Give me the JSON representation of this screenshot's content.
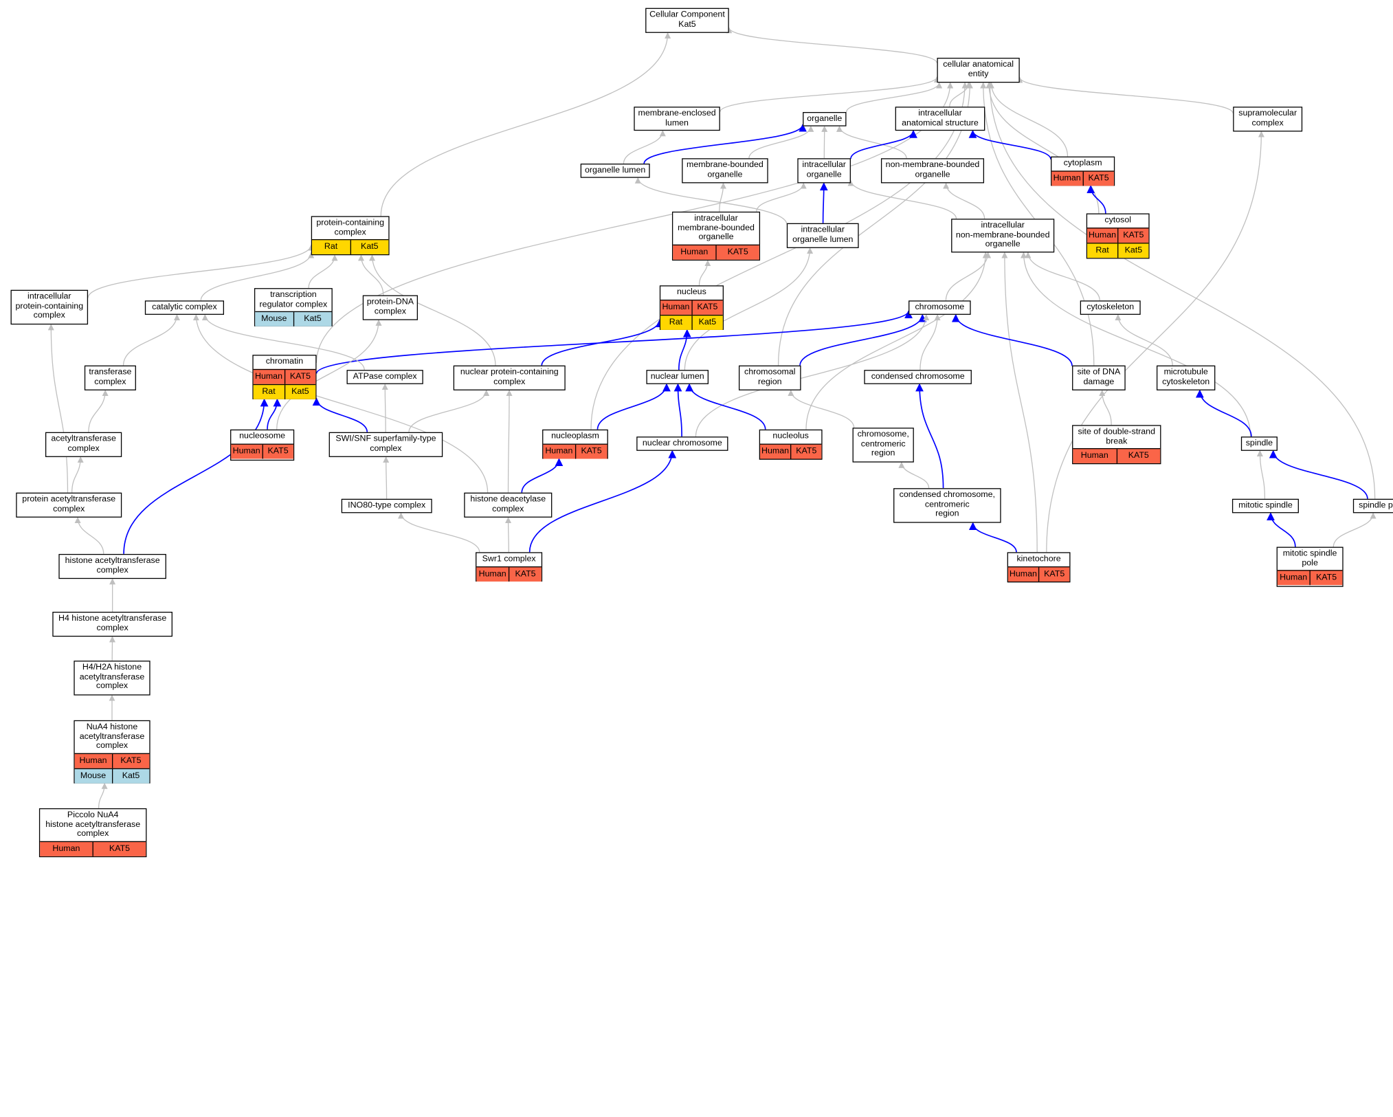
{
  "colors": {
    "human": "#fa6548",
    "rat": "#ffd700",
    "mouse": "#add8e6",
    "edge_gray": "#bfbfbf",
    "edge_blue": "#0000ff"
  },
  "nodes": {
    "cellular_component": {
      "label": "Cellular Component\nKat5"
    },
    "cellular_anatomical_entity": {
      "label": "cellular anatomical\nentity"
    },
    "membrane_enclosed_lumen": {
      "label": "membrane-enclosed\nlumen"
    },
    "organelle": {
      "label": "organelle"
    },
    "intracellular_anatomical_structure": {
      "label": "intracellular\nanatomical structure"
    },
    "supramolecular_complex": {
      "label": "supramolecular\ncomplex"
    },
    "organelle_lumen": {
      "label": "organelle lumen"
    },
    "membrane_bounded_organelle": {
      "label": "membrane-bounded\norganelle"
    },
    "intracellular_organelle": {
      "label": "intracellular\norganelle"
    },
    "non_membrane_bounded_organelle": {
      "label": "non-membrane-bounded\norganelle"
    },
    "cytoplasm": {
      "label": "cytoplasm",
      "rows": [
        {
          "species": "Human",
          "gene": "KAT5"
        }
      ]
    },
    "protein_containing_complex": {
      "label": "protein-containing\ncomplex",
      "rows": [
        {
          "species": "Rat",
          "gene": "Kat5"
        }
      ]
    },
    "intracellular_membrane_bounded_organelle": {
      "label": "intracellular\nmembrane-bounded\norganelle",
      "rows": [
        {
          "species": "Human",
          "gene": "KAT5"
        }
      ]
    },
    "intracellular_organelle_lumen": {
      "label": "intracellular\norganelle lumen"
    },
    "intracellular_non_membrane_bounded_organelle": {
      "label": "intracellular\nnon-membrane-bounded\norganelle"
    },
    "cytosol": {
      "label": "cytosol",
      "rows": [
        {
          "species": "Human",
          "gene": "KAT5"
        },
        {
          "species": "Rat",
          "gene": "Kat5"
        }
      ]
    },
    "intracellular_protein_containing_complex": {
      "label": "intracellular\nprotein-containing\ncomplex"
    },
    "catalytic_complex": {
      "label": "catalytic complex"
    },
    "transcription_regulator_complex": {
      "label": "transcription\nregulator complex",
      "rows": [
        {
          "species": "Mouse",
          "gene": "Kat5"
        }
      ]
    },
    "protein_dna_complex": {
      "label": "protein-DNA\ncomplex"
    },
    "nucleus": {
      "label": "nucleus",
      "rows": [
        {
          "species": "Human",
          "gene": "KAT5"
        },
        {
          "species": "Rat",
          "gene": "Kat5"
        }
      ]
    },
    "chromosome": {
      "label": "chromosome"
    },
    "cytoskeleton": {
      "label": "cytoskeleton"
    },
    "chromatin": {
      "label": "chromatin",
      "rows": [
        {
          "species": "Human",
          "gene": "KAT5"
        },
        {
          "species": "Rat",
          "gene": "Kat5"
        }
      ]
    },
    "transferase_complex": {
      "label": "transferase\ncomplex"
    },
    "atpase_complex": {
      "label": "ATPase complex"
    },
    "nuclear_protein_containing_complex": {
      "label": "nuclear protein-containing\ncomplex"
    },
    "nuclear_lumen": {
      "label": "nuclear lumen"
    },
    "chromosomal_region": {
      "label": "chromosomal\nregion"
    },
    "condensed_chromosome": {
      "label": "condensed chromosome"
    },
    "site_of_dna_damage": {
      "label": "site of DNA\ndamage"
    },
    "microtubule_cytoskeleton": {
      "label": "microtubule\ncytoskeleton"
    },
    "acetyltransferase_complex": {
      "label": "acetyltransferase\ncomplex"
    },
    "nucleosome": {
      "label": "nucleosome",
      "rows": [
        {
          "species": "Human",
          "gene": "KAT5"
        }
      ]
    },
    "swi_snf_complex": {
      "label": "SWI/SNF superfamily-type\ncomplex"
    },
    "nucleoplasm": {
      "label": "nucleoplasm",
      "rows": [
        {
          "species": "Human",
          "gene": "KAT5"
        }
      ]
    },
    "nuclear_chromosome": {
      "label": "nuclear chromosome"
    },
    "nucleolus": {
      "label": "nucleolus",
      "rows": [
        {
          "species": "Human",
          "gene": "KAT5"
        }
      ]
    },
    "chromosome_centromeric_region": {
      "label": "chromosome,\ncentromeric\nregion"
    },
    "site_of_double_strand_break": {
      "label": "site of double-strand\nbreak",
      "rows": [
        {
          "species": "Human",
          "gene": "KAT5"
        }
      ]
    },
    "spindle": {
      "label": "spindle"
    },
    "protein_acetyltransferase_complex": {
      "label": "protein acetyltransferase\ncomplex"
    },
    "ino80_type_complex": {
      "label": "INO80-type complex"
    },
    "histone_deacetylase_complex": {
      "label": "histone deacetylase\ncomplex"
    },
    "condensed_chromosome_centromeric_region": {
      "label": "condensed chromosome,\ncentromeric\nregion"
    },
    "mitotic_spindle": {
      "label": "mitotic spindle"
    },
    "spindle_pole": {
      "label": "spindle pole"
    },
    "histone_acetyltransferase_complex": {
      "label": "histone acetyltransferase\ncomplex"
    },
    "swr1_complex": {
      "label": "Swr1 complex",
      "rows": [
        {
          "species": "Human",
          "gene": "KAT5"
        }
      ]
    },
    "kinetochore": {
      "label": "kinetochore",
      "rows": [
        {
          "species": "Human",
          "gene": "KAT5"
        }
      ]
    },
    "mitotic_spindle_pole": {
      "label": "mitotic spindle\npole",
      "rows": [
        {
          "species": "Human",
          "gene": "KAT5"
        }
      ]
    },
    "h4_histone_acetyltransferase_complex": {
      "label": "H4 histone acetyltransferase\ncomplex"
    },
    "h4_h2a_histone_acetyltransferase_complex": {
      "label": "H4/H2A histone\nacetyltransferase\ncomplex"
    },
    "nua4_histone_acetyltransferase_complex": {
      "label": "NuA4 histone\nacetyltransferase\ncomplex",
      "rows": [
        {
          "species": "Human",
          "gene": "KAT5"
        },
        {
          "species": "Mouse",
          "gene": "Kat5"
        }
      ]
    },
    "piccolo_nua4_complex": {
      "label": "Piccolo NuA4\nhistone acetyltransferase\ncomplex",
      "rows": [
        {
          "species": "Human",
          "gene": "KAT5"
        }
      ]
    }
  },
  "edges": [
    {
      "from": "cellular_anatomical_entity",
      "to": "cellular_component",
      "color": "gray"
    },
    {
      "from": "protein_containing_complex",
      "to": "cellular_component",
      "color": "gray"
    },
    {
      "from": "membrane_enclosed_lumen",
      "to": "cellular_anatomical_entity",
      "color": "gray"
    },
    {
      "from": "organelle",
      "to": "cellular_anatomical_entity",
      "color": "gray"
    },
    {
      "from": "intracellular_anatomical_structure",
      "to": "cellular_anatomical_entity",
      "color": "gray"
    },
    {
      "from": "supramolecular_complex",
      "to": "cellular_anatomical_entity",
      "color": "gray"
    },
    {
      "from": "cytoplasm",
      "to": "cellular_anatomical_entity",
      "color": "gray"
    },
    {
      "from": "cytosol",
      "to": "cellular_anatomical_entity",
      "color": "gray"
    },
    {
      "from": "site_of_dna_damage",
      "to": "cellular_anatomical_entity",
      "color": "gray"
    },
    {
      "from": "chromosomal_region",
      "to": "cellular_anatomical_entity",
      "color": "gray"
    },
    {
      "from": "nucleoplasm",
      "to": "cellular_anatomical_entity",
      "color": "gray"
    },
    {
      "from": "chromatin",
      "to": "cellular_anatomical_entity",
      "color": "gray"
    },
    {
      "from": "spindle_pole",
      "to": "cellular_anatomical_entity",
      "color": "gray"
    },
    {
      "from": "organelle_lumen",
      "to": "membrane_enclosed_lumen",
      "color": "gray"
    },
    {
      "from": "organelle_lumen",
      "to": "organelle",
      "color": "blue"
    },
    {
      "from": "membrane_bounded_organelle",
      "to": "organelle",
      "color": "gray"
    },
    {
      "from": "intracellular_organelle",
      "to": "organelle",
      "color": "gray"
    },
    {
      "from": "non_membrane_bounded_organelle",
      "to": "organelle",
      "color": "gray"
    },
    {
      "from": "intracellular_organelle",
      "to": "intracellular_anatomical_structure",
      "color": "blue"
    },
    {
      "from": "cytoplasm",
      "to": "intracellular_anatomical_structure",
      "color": "blue"
    },
    {
      "from": "cytosol",
      "to": "cytoplasm",
      "color": "blue"
    },
    {
      "from": "intracellular_membrane_bounded_organelle",
      "to": "membrane_bounded_organelle",
      "color": "gray"
    },
    {
      "from": "intracellular_membrane_bounded_organelle",
      "to": "intracellular_organelle",
      "color": "gray"
    },
    {
      "from": "intracellular_organelle_lumen",
      "to": "intracellular_organelle",
      "color": "blue"
    },
    {
      "from": "intracellular_organelle_lumen",
      "to": "organelle_lumen",
      "color": "gray"
    },
    {
      "from": "intracellular_non_membrane_bounded_organelle",
      "to": "intracellular_organelle",
      "color": "gray"
    },
    {
      "from": "intracellular_non_membrane_bounded_organelle",
      "to": "non_membrane_bounded_organelle",
      "color": "gray"
    },
    {
      "from": "nucleus",
      "to": "intracellular_membrane_bounded_organelle",
      "color": "gray"
    },
    {
      "from": "nuclear_lumen",
      "to": "nucleus",
      "color": "blue"
    },
    {
      "from": "nuclear_lumen",
      "to": "intracellular_organelle_lumen",
      "color": "gray"
    },
    {
      "from": "chromosome",
      "to": "intracellular_non_membrane_bounded_organelle",
      "color": "gray"
    },
    {
      "from": "cytoskeleton",
      "to": "intracellular_non_membrane_bounded_organelle",
      "color": "gray"
    },
    {
      "from": "nucleolus",
      "to": "intracellular_non_membrane_bounded_organelle",
      "color": "gray"
    },
    {
      "from": "kinetochore",
      "to": "intracellular_non_membrane_bounded_organelle",
      "color": "gray"
    },
    {
      "from": "spindle",
      "to": "intracellular_non_membrane_bounded_organelle",
      "color": "gray"
    },
    {
      "from": "kinetochore",
      "to": "supramolecular_complex",
      "color": "gray"
    },
    {
      "from": "intracellular_protein_containing_complex",
      "to": "protein_containing_complex",
      "color": "gray"
    },
    {
      "from": "catalytic_complex",
      "to": "protein_containing_complex",
      "color": "gray"
    },
    {
      "from": "transcription_regulator_complex",
      "to": "protein_containing_complex",
      "color": "gray"
    },
    {
      "from": "protein_dna_complex",
      "to": "protein_containing_complex",
      "color": "gray"
    },
    {
      "from": "nuclear_protein_containing_complex",
      "to": "protein_containing_complex",
      "color": "gray"
    },
    {
      "from": "chromatin",
      "to": "chromosome",
      "color": "blue"
    },
    {
      "from": "nuclear_protein_containing_complex",
      "to": "nucleus",
      "color": "blue"
    },
    {
      "from": "chromosomal_region",
      "to": "chromosome",
      "color": "blue"
    },
    {
      "from": "condensed_chromosome",
      "to": "chromosome",
      "color": "gray"
    },
    {
      "from": "site_of_dna_damage",
      "to": "chromosome",
      "color": "blue"
    },
    {
      "from": "nuclear_chromosome",
      "to": "chromosome",
      "color": "gray"
    },
    {
      "from": "microtubule_cytoskeleton",
      "to": "cytoskeleton",
      "color": "gray"
    },
    {
      "from": "transferase_complex",
      "to": "catalytic_complex",
      "color": "gray"
    },
    {
      "from": "atpase_complex",
      "to": "catalytic_complex",
      "color": "gray"
    },
    {
      "from": "histone_deacetylase_complex",
      "to": "catalytic_complex",
      "color": "gray"
    },
    {
      "from": "nucleosome",
      "to": "chromatin",
      "color": "blue"
    },
    {
      "from": "nucleosome",
      "to": "protein_dna_complex",
      "color": "gray"
    },
    {
      "from": "swi_snf_complex",
      "to": "chromatin",
      "color": "blue"
    },
    {
      "from": "swi_snf_complex",
      "to": "atpase_complex",
      "color": "gray"
    },
    {
      "from": "swi_snf_complex",
      "to": "nuclear_protein_containing_complex",
      "color": "gray"
    },
    {
      "from": "histone_deacetylase_complex",
      "to": "nuclear_protein_containing_complex",
      "color": "gray"
    },
    {
      "from": "nucleoplasm",
      "to": "nuclear_lumen",
      "color": "blue"
    },
    {
      "from": "nuclear_chromosome",
      "to": "nuclear_lumen",
      "color": "blue"
    },
    {
      "from": "nucleolus",
      "to": "nuclear_lumen",
      "color": "blue"
    },
    {
      "from": "chromosome_centromeric_region",
      "to": "chromosomal_region",
      "color": "gray"
    },
    {
      "from": "site_of_double_strand_break",
      "to": "site_of_dna_damage",
      "color": "gray"
    },
    {
      "from": "spindle",
      "to": "microtubule_cytoskeleton",
      "color": "blue"
    },
    {
      "from": "acetyltransferase_complex",
      "to": "transferase_complex",
      "color": "gray"
    },
    {
      "from": "protein_acetyltransferase_complex",
      "to": "acetyltransferase_complex",
      "color": "gray"
    },
    {
      "from": "protein_acetyltransferase_complex",
      "to": "intracellular_protein_containing_complex",
      "color": "gray"
    },
    {
      "from": "ino80_type_complex",
      "to": "swi_snf_complex",
      "color": "gray"
    },
    {
      "from": "histone_deacetylase_complex",
      "to": "nucleoplasm",
      "color": "blue"
    },
    {
      "from": "condensed_chromosome_centromeric_region",
      "to": "condensed_chromosome",
      "color": "blue"
    },
    {
      "from": "condensed_chromosome_centromeric_region",
      "to": "chromosome_centromeric_region",
      "color": "gray"
    },
    {
      "from": "mitotic_spindle",
      "to": "spindle",
      "color": "gray"
    },
    {
      "from": "spindle_pole",
      "to": "spindle",
      "color": "blue"
    },
    {
      "from": "histone_acetyltransferase_complex",
      "to": "protein_acetyltransferase_complex",
      "color": "gray"
    },
    {
      "from": "histone_acetyltransferase_complex",
      "to": "chromatin",
      "color": "blue"
    },
    {
      "from": "swr1_complex",
      "to": "ino80_type_complex",
      "color": "gray"
    },
    {
      "from": "swr1_complex",
      "to": "histone_deacetylase_complex",
      "color": "gray"
    },
    {
      "from": "swr1_complex",
      "to": "nuclear_chromosome",
      "color": "blue"
    },
    {
      "from": "kinetochore",
      "to": "condensed_chromosome_centromeric_region",
      "color": "blue"
    },
    {
      "from": "mitotic_spindle_pole",
      "to": "mitotic_spindle",
      "color": "blue"
    },
    {
      "from": "mitotic_spindle_pole",
      "to": "spindle_pole",
      "color": "gray"
    },
    {
      "from": "h4_histone_acetyltransferase_complex",
      "to": "histone_acetyltransferase_complex",
      "color": "gray"
    },
    {
      "from": "h4_h2a_histone_acetyltransferase_complex",
      "to": "h4_histone_acetyltransferase_complex",
      "color": "gray"
    },
    {
      "from": "nua4_histone_acetyltransferase_complex",
      "to": "h4_h2a_histone_acetyltransferase_complex",
      "color": "gray"
    },
    {
      "from": "piccolo_nua4_complex",
      "to": "nua4_histone_acetyltransferase_complex",
      "color": "gray"
    }
  ]
}
